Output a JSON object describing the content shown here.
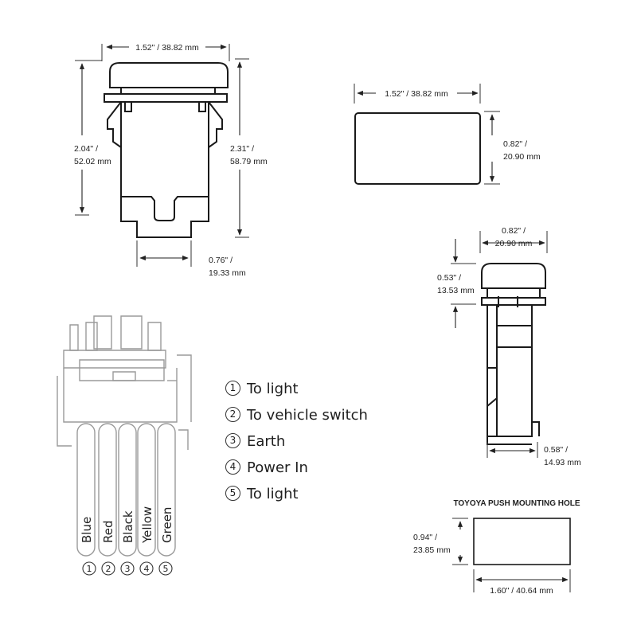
{
  "dims": {
    "top_width": "1.52\" / 38.82 mm",
    "front_height_a_1": "2.04\" /",
    "front_height_a_2": "52.02 mm",
    "front_height_b_1": "2.31\" /",
    "front_height_b_2": "58.79 mm",
    "bottom_width_1": "0.76\" /",
    "bottom_width_2": "19.33 mm",
    "face_width": "1.52\" / 38.82 mm",
    "face_height_1": "0.82\" /",
    "face_height_2": "20.90 mm",
    "side_width_1": "0.82\" /",
    "side_width_2": "20.90 mm",
    "side_cap_1": "0.53\" /",
    "side_cap_2": "13.53 mm",
    "side_bottom_1": "0.58\" /",
    "side_bottom_2": "14.93 mm",
    "hole_title": "TOYOYA PUSH MOUNTING HOLE",
    "hole_height_1": "0.94\" /",
    "hole_height_2": "23.85 mm",
    "hole_width": "1.60\" / 40.64 mm"
  },
  "wires": [
    {
      "color_name": "Blue",
      "num": "1"
    },
    {
      "color_name": "Red",
      "num": "2"
    },
    {
      "color_name": "Black",
      "num": "3"
    },
    {
      "color_name": "Yellow",
      "num": "4"
    },
    {
      "color_name": "Green",
      "num": "5"
    }
  ],
  "legend": [
    {
      "num": "1",
      "label": "To light"
    },
    {
      "num": "2",
      "label": "To vehicle switch"
    },
    {
      "num": "3",
      "label": "Earth"
    },
    {
      "num": "4",
      "label": "Power In"
    },
    {
      "num": "5",
      "label": "To light"
    }
  ],
  "colors": {
    "line": "#1a1a1a",
    "dim": "#333333",
    "faint": "#999999"
  }
}
